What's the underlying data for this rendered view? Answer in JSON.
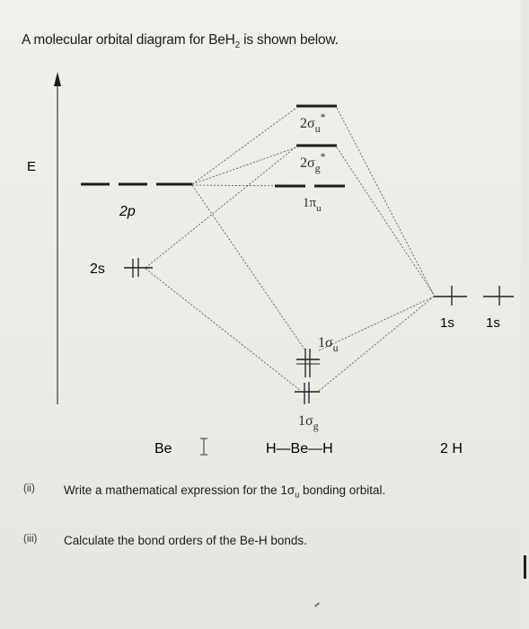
{
  "title": {
    "text_before": "A molecular orbital diagram for BeH",
    "subscript": "2",
    "text_after": " is shown below."
  },
  "diagram": {
    "energy_axis_label": "E",
    "be_orbitals": {
      "p": "2p",
      "s": "2s"
    },
    "h_orbitals": {
      "left": "1s",
      "right": "1s"
    },
    "mo_labels": {
      "sigma_u_star": {
        "coef": "2",
        "greek": "σ",
        "sub": "u",
        "sup": "*"
      },
      "sigma_g_star": {
        "coef": "2",
        "greek": "σ",
        "sub": "g",
        "sup": "*"
      },
      "pi_u": {
        "coef": "1",
        "greek": "π",
        "sub": "u"
      },
      "sigma_u": {
        "coef": "1",
        "greek": "σ",
        "sub": "u"
      },
      "sigma_g": {
        "coef": "1",
        "greek": "σ",
        "sub": "g"
      }
    },
    "bottom_labels": {
      "be": "Be",
      "molecule": "H—Be—H",
      "h": "2 H"
    }
  },
  "questions": [
    {
      "number": "(ii)",
      "text": "Write a mathematical expression for the 1σ",
      "sub": "u",
      "text_end": " bonding orbital."
    },
    {
      "number": "(iii)",
      "text": "Calculate the bond orders of the Be-H bonds."
    }
  ],
  "colors": {
    "ink": "#1c1c1c",
    "handwriting": "#2a2a33",
    "dashed": "#555555",
    "background": "#eeede9"
  }
}
